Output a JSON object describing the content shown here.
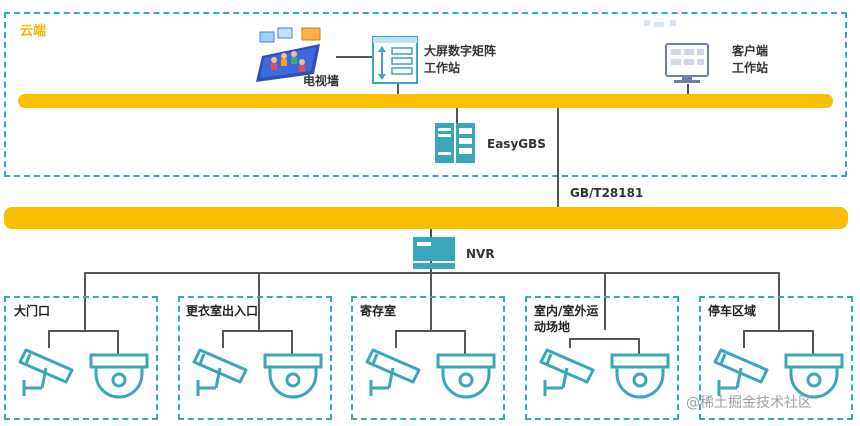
{
  "cloud": {
    "label": "云端"
  },
  "nodes": {
    "tv_wall": "电视墙",
    "matrix_ws_line1": "大屏数字矩阵",
    "matrix_ws_line2": "工作站",
    "client_ws_line1": "客户端",
    "client_ws_line2": "工作站",
    "easygbs": "EasyGBS",
    "protocol": "GB/T28181",
    "nvr": "NVR"
  },
  "zones": [
    {
      "label": "大门口"
    },
    {
      "label": "更衣室出入口"
    },
    {
      "label": "寄存室"
    },
    {
      "label": "室内/室外运动场地"
    },
    {
      "label": "停车区域"
    }
  ],
  "watermark": "@稀土掘金技术社区",
  "colors": {
    "teal": "#3aa6b9",
    "yellow": "#f9c000",
    "line": "#555555"
  }
}
